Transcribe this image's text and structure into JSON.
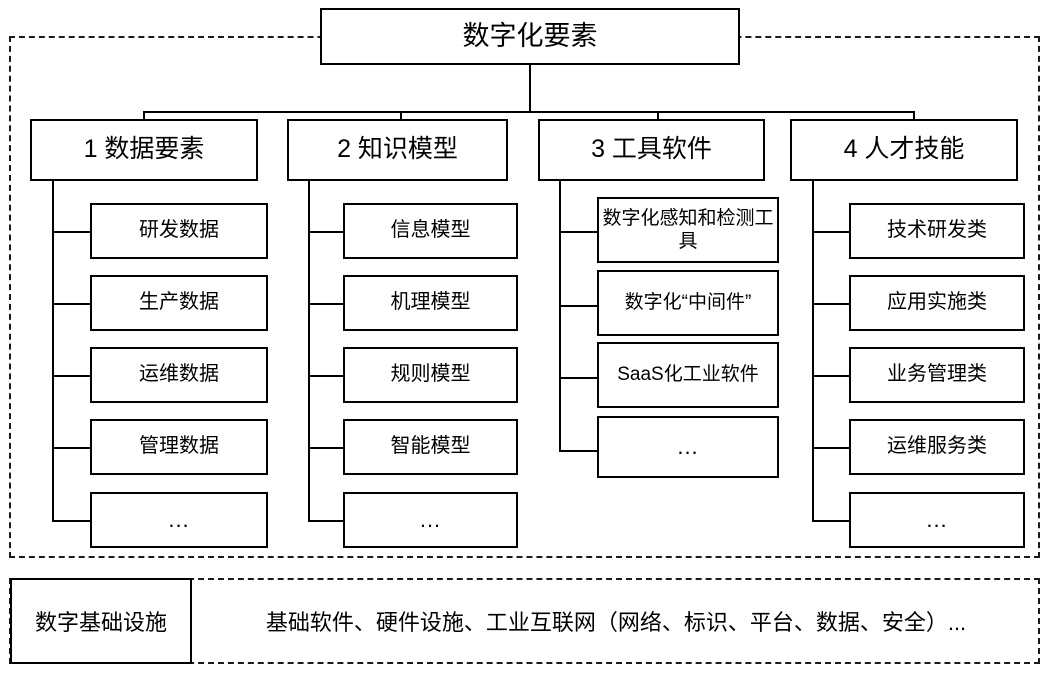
{
  "diagram": {
    "root": {
      "label": "数字化要素"
    },
    "categories": [
      {
        "header": "1 数据要素",
        "items": [
          "研发数据",
          "生产数据",
          "运维数据",
          "管理数据",
          "..."
        ]
      },
      {
        "header": "2 知识模型",
        "items": [
          "信息模型",
          "机理模型",
          "规则模型",
          "智能模型",
          "..."
        ]
      },
      {
        "header": "3 工具软件",
        "items": [
          "数字化感知和检测工具",
          "数字化“中间件”",
          "SaaS化工业软件",
          "..."
        ]
      },
      {
        "header": "4 人才技能",
        "items": [
          "技术研发类",
          "应用实施类",
          "业务管理类",
          "运维服务类",
          "..."
        ]
      }
    ],
    "infrastructure": {
      "label": "数字基础设施",
      "content": "基础软件、硬件设施、工业互联网（网络、标识、平台、数据、安全）..."
    },
    "colors": {
      "stroke": "#000000",
      "dashed_stroke": "#1a1a1a",
      "background": "#ffffff"
    }
  }
}
